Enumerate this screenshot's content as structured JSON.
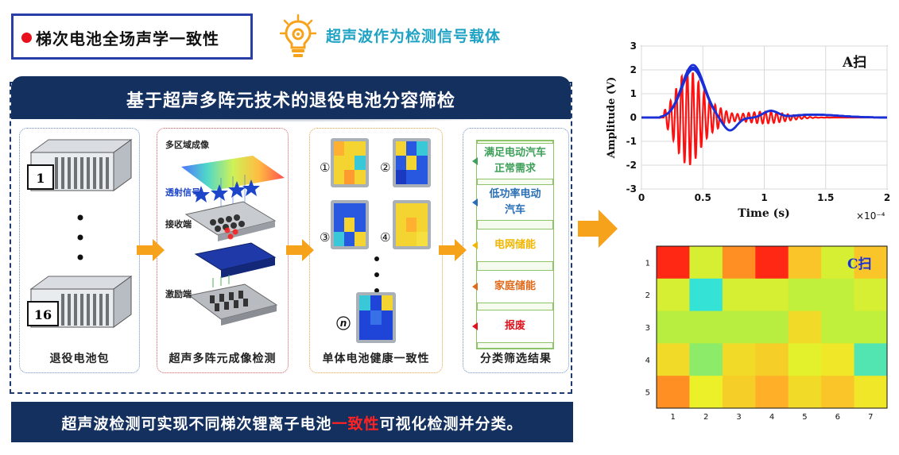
{
  "header": {
    "title": "梯次电池全场声学一致性",
    "subtitle": "超声波作为检测信号载体"
  },
  "main": {
    "banner": "基于超声多阵元技术的退役电池分容筛检",
    "cards": [
      {
        "label": "退役电池包",
        "pack_top": "1",
        "pack_bottom": "16"
      },
      {
        "label": "超声多阵元成像检测",
        "annotations": [
          "多区域成像",
          "透射信号",
          "接收端",
          "激励端"
        ]
      },
      {
        "label": "单体电池健康一致性",
        "cell_markers": [
          "①",
          "②",
          "③",
          "④",
          "n"
        ]
      },
      {
        "label": "分类筛选结果"
      }
    ],
    "classes": [
      {
        "text": "满足电动汽车正常需求",
        "color": "#3fa05a"
      },
      {
        "text": "低功率电动汽车",
        "color": "#2a6fb5"
      },
      {
        "text": "电网储能",
        "color": "#f2b600"
      },
      {
        "text": "家庭储能",
        "color": "#e06a1a"
      },
      {
        "text": "报废",
        "color": "#e0121c"
      }
    ],
    "footer": {
      "part1": "超声波检测可实现不同梯次锂离子电池",
      "highlight": "一致性",
      "part2": "可视化检测并分类。"
    }
  },
  "colors": {
    "navy": "#14305e",
    "accent_red": "#e0121c",
    "accent_cyan": "#1fa3c5",
    "arrow_orange": "#f7a21b"
  },
  "chart_data": [
    {
      "type": "line",
      "title": "A扫",
      "xlabel": "Time (s)",
      "ylabel": "Amplitude (V)",
      "x_multiplier": "×10⁻⁴",
      "xlim": [
        0,
        2
      ],
      "ylim": [
        -3,
        3
      ],
      "xticks": [
        "0",
        "0.5",
        "1",
        "1.5",
        "2"
      ],
      "yticks": [
        "3",
        "2",
        "1",
        "0",
        "-1",
        "-2",
        "-3"
      ],
      "grid": true,
      "series": [
        {
          "color": "#1a2fd6",
          "note_envelope_peak": 2.1
        },
        {
          "color": "#ff1010",
          "note_carrier_peak": 2.0
        }
      ]
    },
    {
      "type": "heatmap",
      "title": "C扫",
      "xticks": [
        "1",
        "2",
        "3",
        "4",
        "5",
        "6",
        "7"
      ],
      "yticks": [
        "1",
        "2",
        "3",
        "4",
        "5"
      ],
      "values": [
        [
          0.95,
          0.55,
          0.8,
          0.95,
          0.7,
          0.55,
          0.7
        ],
        [
          0.55,
          0.25,
          0.55,
          0.55,
          0.5,
          0.5,
          0.55
        ],
        [
          0.48,
          0.48,
          0.48,
          0.48,
          0.65,
          0.5,
          0.5
        ],
        [
          0.65,
          0.4,
          0.65,
          0.68,
          0.58,
          0.62,
          0.3
        ],
        [
          0.8,
          0.6,
          0.68,
          0.75,
          0.65,
          0.7,
          0.62
        ]
      ]
    }
  ]
}
